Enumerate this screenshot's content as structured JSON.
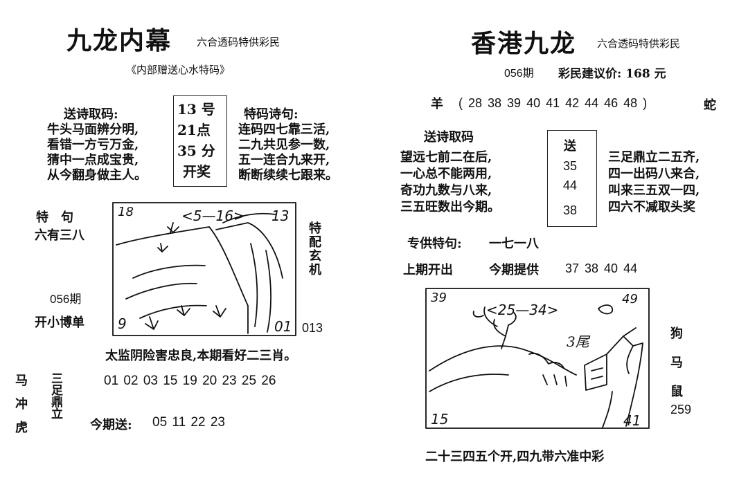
{
  "left": {
    "title": "九龙内幕",
    "subtitle": "六合透码特供彩民",
    "promo": "《内部赠送心水特码》",
    "poem_label": "送诗取码:",
    "poem_lines": [
      "牛头马面辨分明,",
      "看错一方亏万金,",
      "猜中一点成宝贵,",
      "从今翻身做主人。"
    ],
    "clock_box": [
      "13 号",
      "21点",
      "35 分",
      "开奖"
    ],
    "special_poem_label": "特码诗句:",
    "special_poem_lines": [
      "连码四七靠三活,",
      "二九共见参一数,",
      "五一连合九来开,",
      "断断续续七跟来。"
    ],
    "te_ju_label": "特　句",
    "te_ju_value": "六有三八",
    "side_vertical": "特配玄机",
    "issue": "056期",
    "kai": "开小博单",
    "sketch": {
      "range": "<5—16>",
      "corner_tl": "18",
      "corner_tr": "13",
      "corner_bl": "9",
      "corner_br": "01"
    },
    "code_013": "013",
    "hint": "太监阴险害忠良,本期看好二三肖。",
    "zodiac_vertical": [
      "马",
      "冲",
      "虎"
    ],
    "san_zu_vertical": "三足鼎立",
    "numbers": "01 02 03 15 19 20 23 25 26",
    "today_label": "今期送:",
    "today_numbers": "05 11 22 23"
  },
  "right": {
    "title": "香港九龙",
    "subtitle": "六合透码特供彩民",
    "issue": "056期",
    "price": "彩民建议价: 168 元",
    "sheep": "羊",
    "sheep_numbers": "( 28 38 39 40 41 42 44 46 48 )",
    "snake": "蛇",
    "poem_label": "送诗取码",
    "poem_lines": [
      "望远七前二在后,",
      "一心总不能两用,",
      "奇功九数与八来,",
      "三五旺数出今期。"
    ],
    "send_box": [
      "送",
      "35",
      "44",
      "38"
    ],
    "poem2_lines": [
      "三足鼎立二五齐,",
      "四一出码八来合,",
      "叫来三五双一四,",
      "四六不减取头奖"
    ],
    "special_label": "专供特句:",
    "special_value": "一七一八",
    "last_label": "上期开出",
    "today_label": "今期提供",
    "today_numbers": "37 38 40 44",
    "sketch": {
      "range": "<25—34>",
      "corner_tl": "39",
      "corner_tr": "49",
      "corner_bl": "15",
      "corner_br": "41",
      "tail": "3尾"
    },
    "zodiac": [
      "狗",
      "马",
      "鼠"
    ],
    "code_259": "259",
    "bottom": "二十三四五个开,四九带六准中彩"
  }
}
